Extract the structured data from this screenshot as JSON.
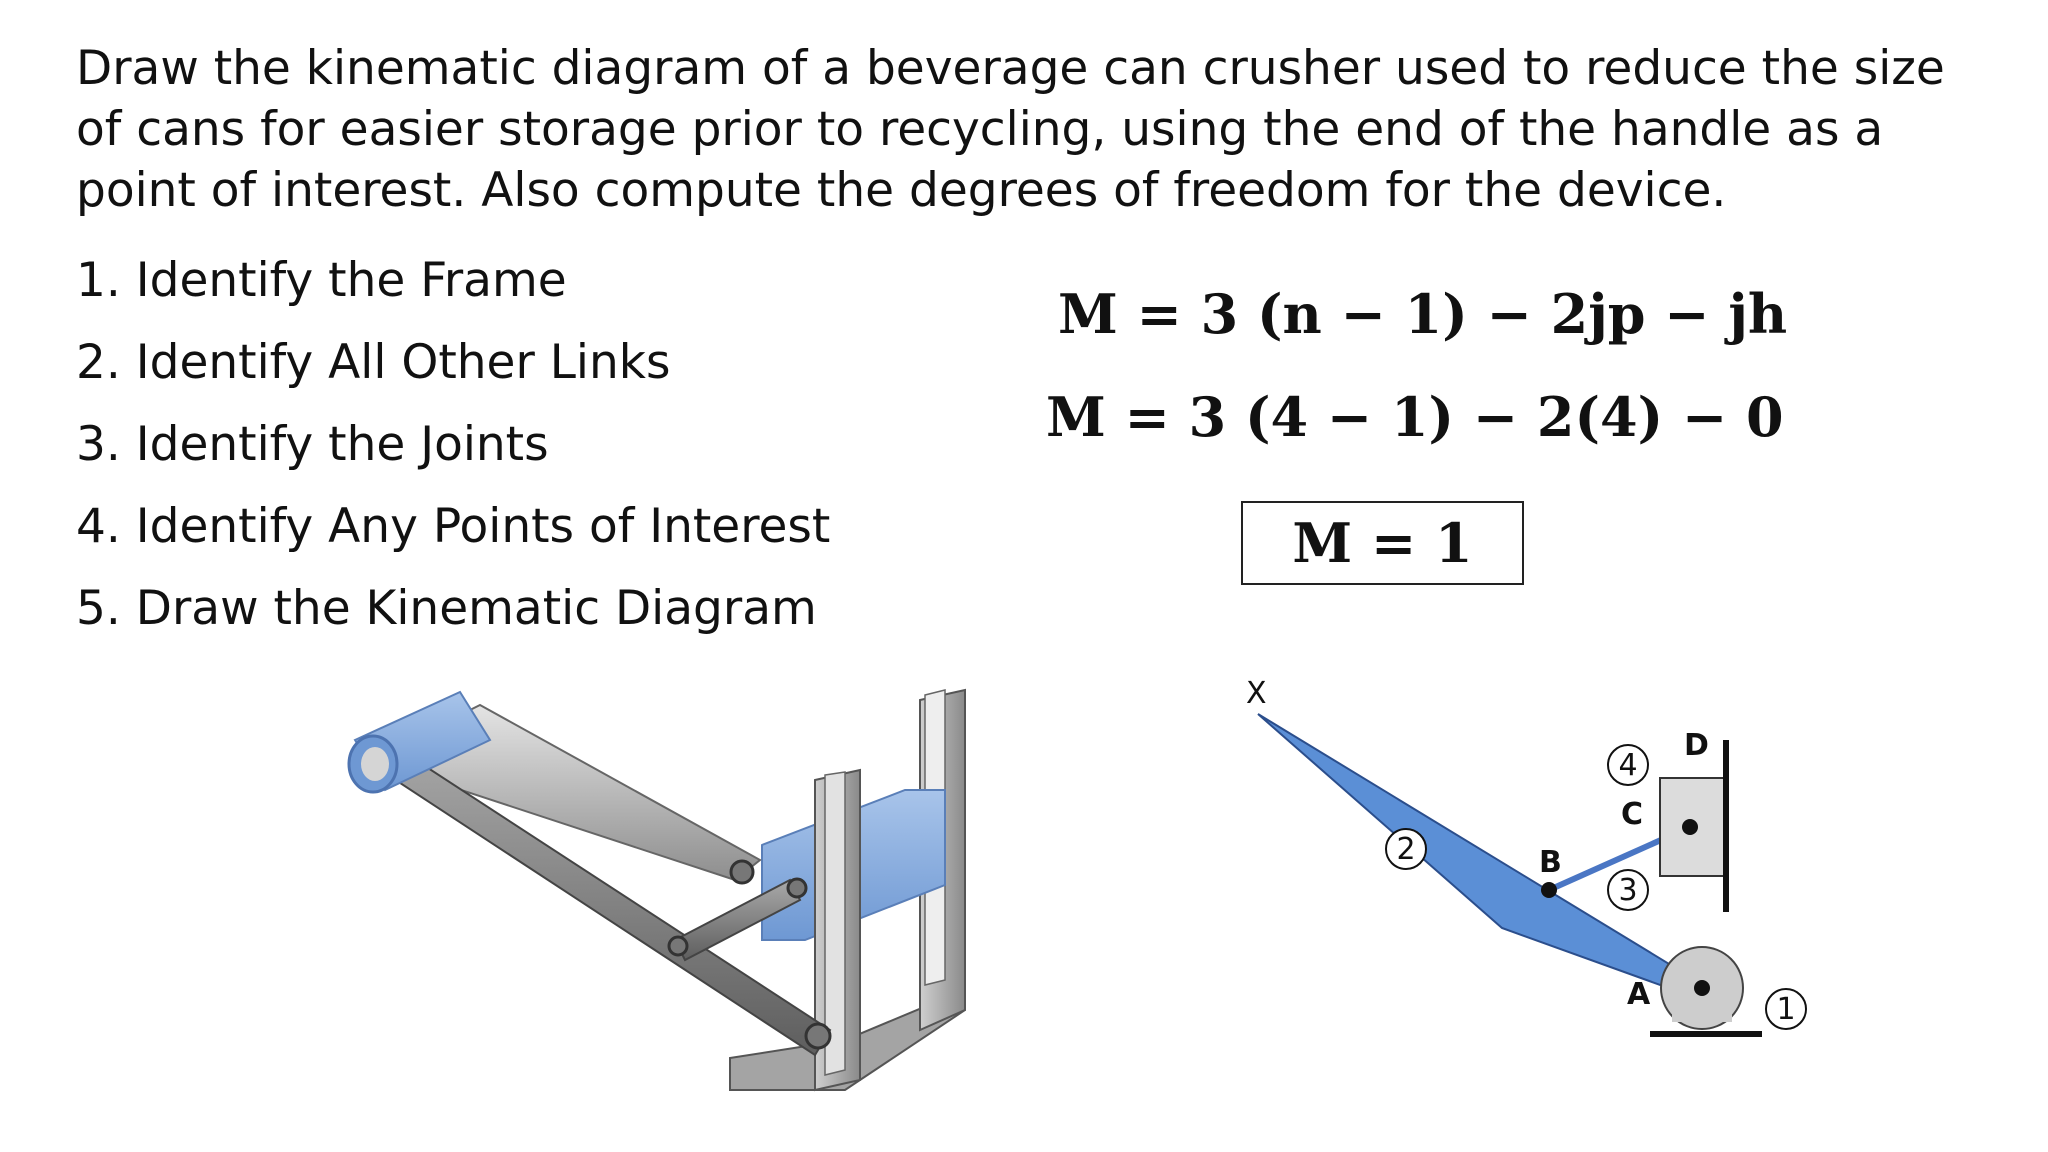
{
  "problem": {
    "text": "Draw the kinematic diagram of a beverage can crusher used to reduce the size of cans for easier storage prior to recycling, using the end of the handle as a point of interest. Also compute the degrees of freedom for the device."
  },
  "steps": [
    "1. Identify the Frame",
    "2. Identify All Other Links",
    "3. Identify the Joints",
    "4. Identify Any Points of Interest",
    "5. Draw the Kinematic Diagram"
  ],
  "equations": {
    "general": "M = 3 (n − 1) − 2jp − jh",
    "substituted": "M = 3 (4 − 1) − 2(4) − 0",
    "result": "M = 1"
  },
  "diagram": {
    "point_label": "X",
    "link_labels": [
      "1",
      "2",
      "3",
      "4"
    ],
    "joint_labels": [
      "A",
      "B",
      "C",
      "D"
    ],
    "colors": {
      "link_fill": "#5b8fd6",
      "link_bar": "#4a76c4",
      "slider": "#dcdcdc"
    }
  },
  "illustration": {
    "name": "can crusher 3D illustration"
  }
}
